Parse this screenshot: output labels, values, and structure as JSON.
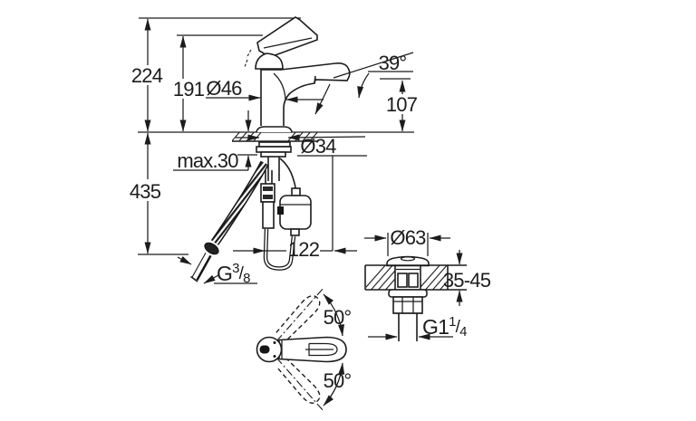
{
  "drawing": {
    "front": {
      "total_height": "224",
      "pivot_height": "191",
      "body_diameter": "Ø46",
      "spray_angle": "39°",
      "spout_height": "107",
      "deck_thickness_max": "max.30",
      "hole_diameter": "Ø34",
      "install_depth": "435",
      "hose_offset": "122",
      "supply_thread": {
        "base": "G",
        "sup": "3",
        "slash": "/",
        "sub": "8"
      }
    },
    "drain": {
      "flange_diameter": "Ø63",
      "deck_range": "35-45",
      "waste_thread": {
        "base": "G1",
        "sup": "1",
        "slash": "/",
        "sub": "4"
      }
    },
    "top": {
      "swing_up": "50°",
      "swing_down": "50°"
    }
  }
}
